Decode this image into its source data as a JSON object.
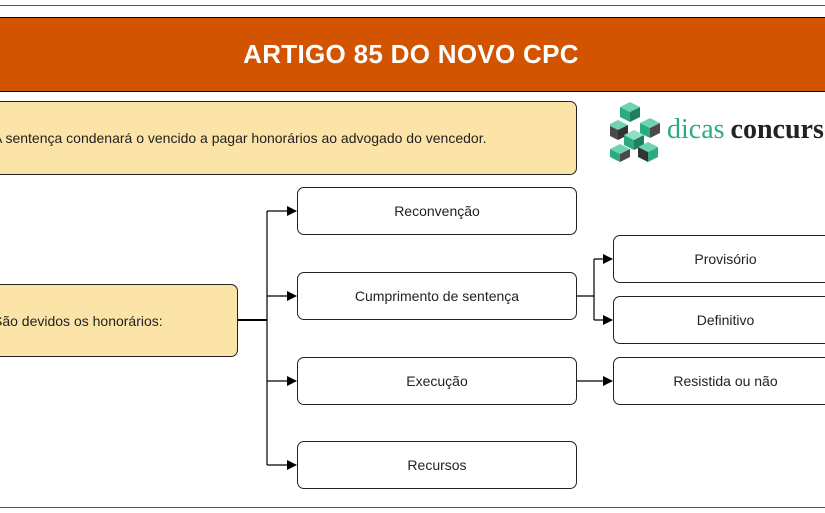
{
  "header": {
    "title": "ARTIGO 85 DO NOVO CPC"
  },
  "statement": {
    "text": "A sentença condenará o vencido a pagar honorários ao advogado do vencedor."
  },
  "logo": {
    "word1": "dicas",
    "word2": "concursos",
    "icon": "cube-cluster-icon"
  },
  "root": {
    "label": "São devidos os honorários:"
  },
  "branches": [
    {
      "label": "Reconvenção"
    },
    {
      "label": "Cumprimento de sentença",
      "children": [
        {
          "label": "Provisório"
        },
        {
          "label": "Definitivo"
        }
      ]
    },
    {
      "label": "Execução",
      "children": [
        {
          "label": "Resistida ou não"
        }
      ]
    },
    {
      "label": "Recursos"
    }
  ],
  "colors": {
    "header": "#d35400",
    "highlight": "#fce4a8",
    "logo_green": "#2cab83",
    "logo_dark": "#4a4a4a"
  }
}
